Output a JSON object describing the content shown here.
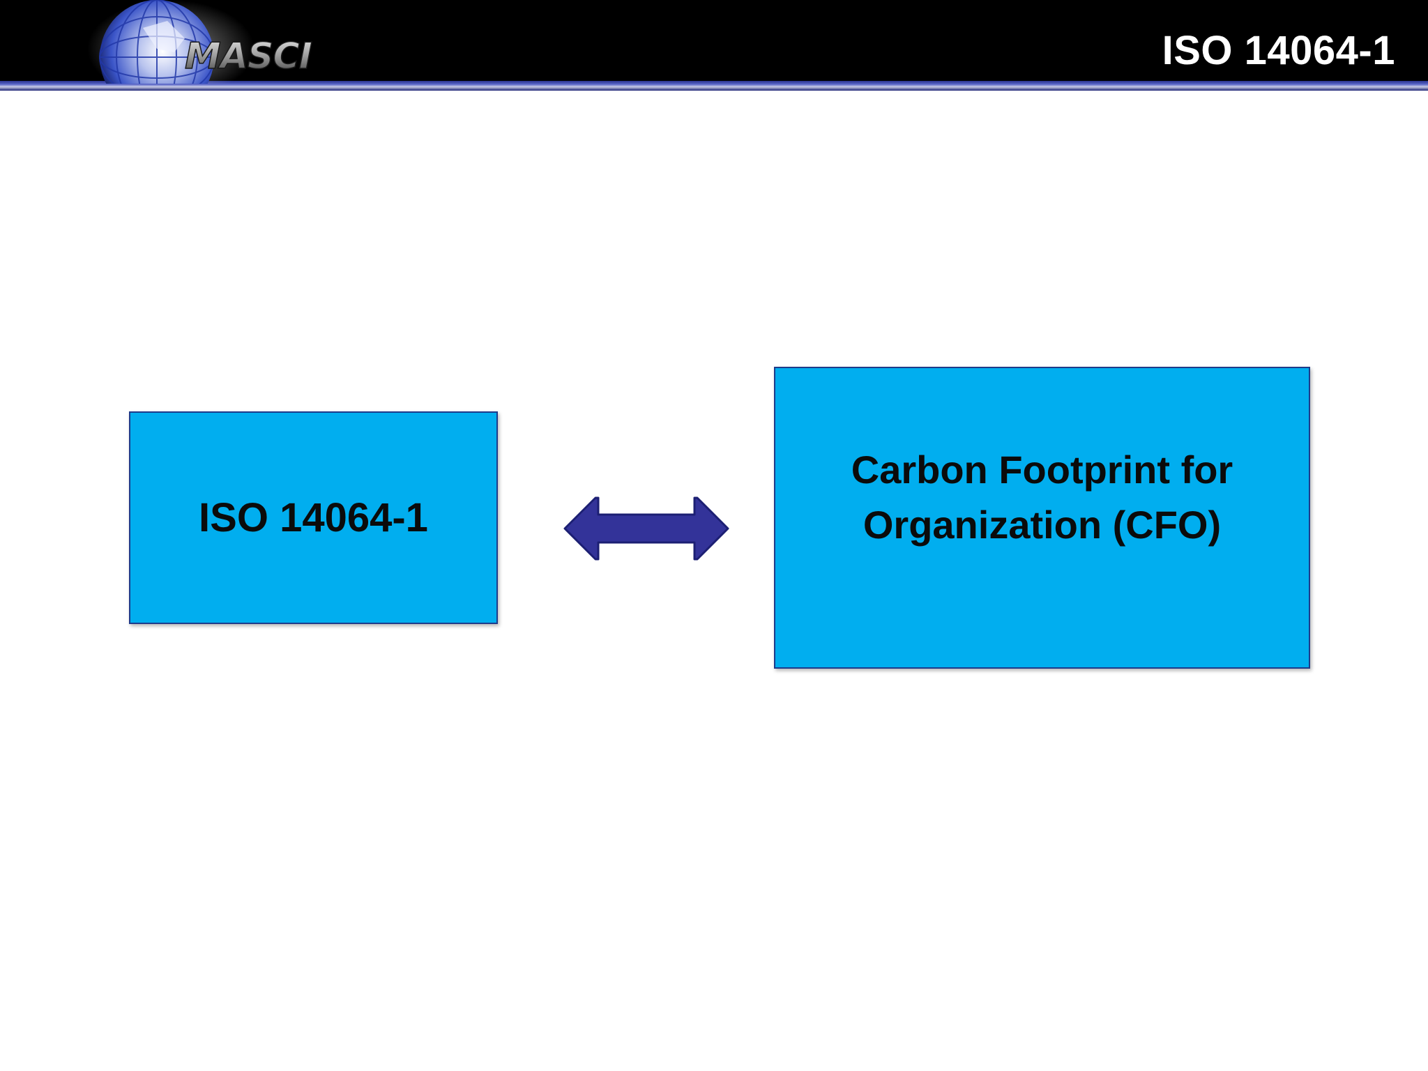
{
  "header": {
    "logo_text": "MASCI",
    "title": "ISO 14064-1"
  },
  "diagram": {
    "left_box": {
      "label": "ISO 14064-1"
    },
    "right_box": {
      "line1": "Carbon Footprint for",
      "line2": "Organization (CFO)"
    },
    "connector": {
      "type": "double-headed-arrow",
      "color": "#333399"
    }
  },
  "colors": {
    "header_bg": "#000000",
    "box_fill": "#01aeef",
    "box_border": "#1e3b8a",
    "arrow_fill": "#333399"
  }
}
